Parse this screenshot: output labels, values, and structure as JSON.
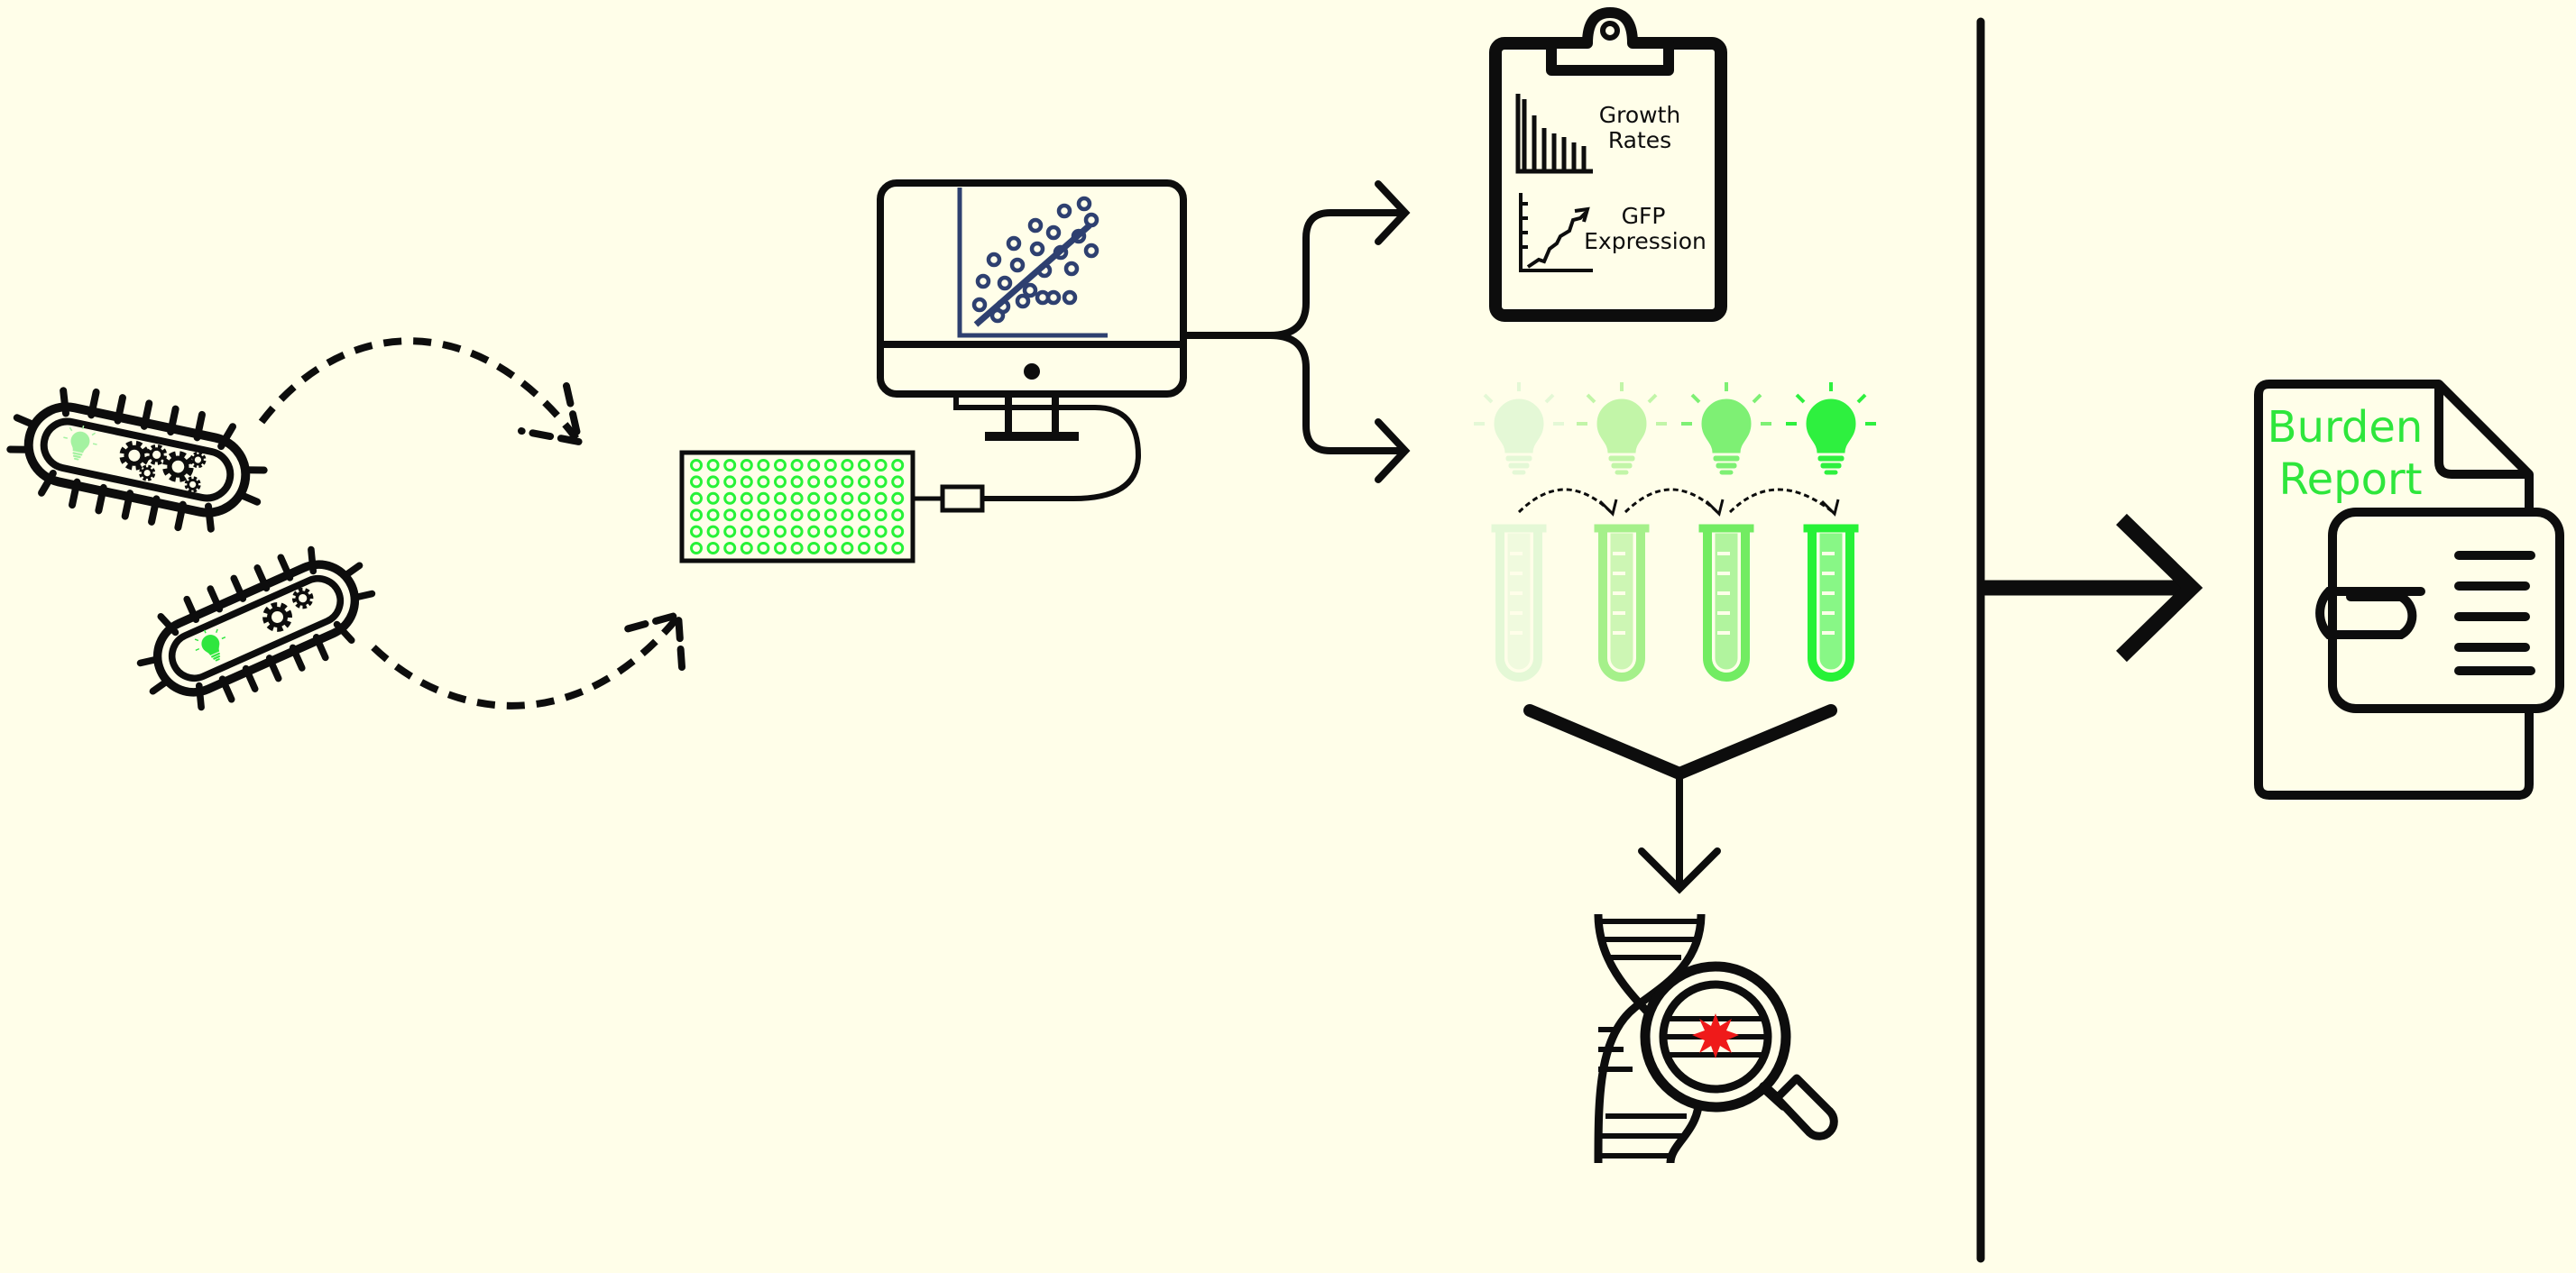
{
  "clipboard": {
    "growth_line1": "Growth",
    "growth_line2": "Rates",
    "gfp_line1": "GFP",
    "gfp_line2": "Expression"
  },
  "report": {
    "line1": "Burden",
    "line2": "Report"
  },
  "colors": {
    "background": "#fffee9",
    "ink": "#0d0d0d",
    "screen_plot": "#2e4070",
    "green": "#27f237",
    "report_text": "#2ee63c",
    "mutation_star": "#ef1a1a",
    "bulb_levels": [
      "#e4f8d6",
      "#c2f5a8",
      "#7ef074",
      "#2ef03f"
    ]
  },
  "icons": [
    "bacterium-icon",
    "gear-icon",
    "lightbulb-icon",
    "computer-monitor-icon",
    "well-plate-icon",
    "clipboard-icon",
    "bar-chart-icon",
    "line-chart-icon",
    "test-tube-icon",
    "dna-icon",
    "magnifier-icon",
    "document-icon",
    "paperclip-icon",
    "arrow-icon"
  ]
}
